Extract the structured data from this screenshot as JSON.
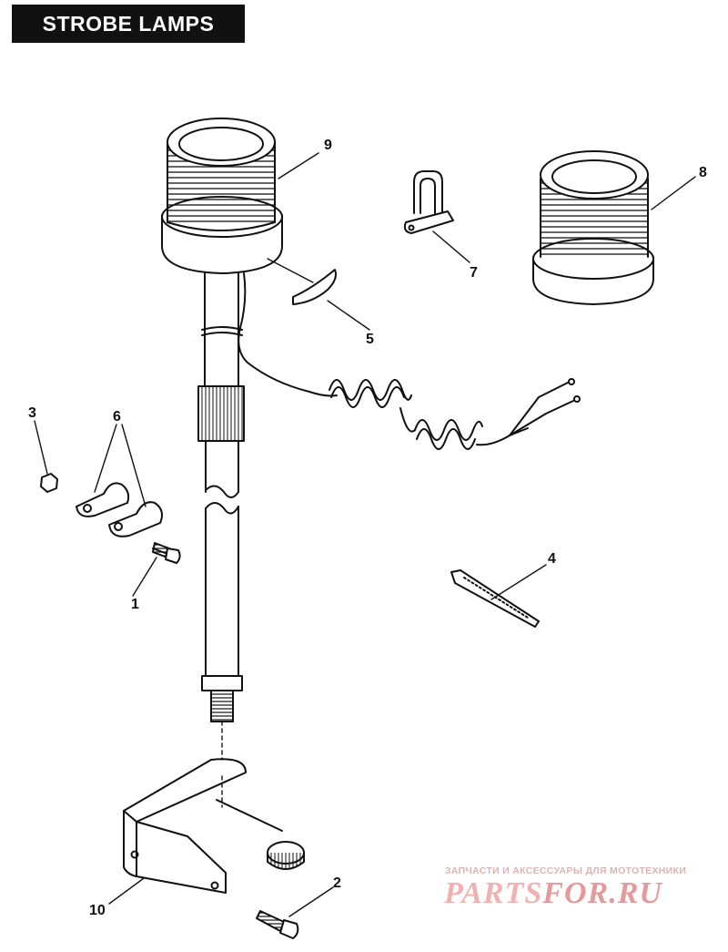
{
  "title": "STROBE LAMPS",
  "callouts": {
    "c1": "1",
    "c2": "2",
    "c3": "3",
    "c4": "4",
    "c5": "5",
    "c6": "6",
    "c7": "7",
    "c8": "8",
    "c9": "9",
    "c10": "10"
  },
  "watermark": {
    "caption": "ЗАПЧАСТИ И АКСЕССУАРЫ ДЛЯ МОТОТЕХНИКИ",
    "logo_part1": "PARTS",
    "logo_part2": "FOR.RU"
  },
  "colors": {
    "ink": "#111111",
    "title_bg": "#111111",
    "title_text": "#ffffff",
    "watermark": "#f1b1b1"
  }
}
